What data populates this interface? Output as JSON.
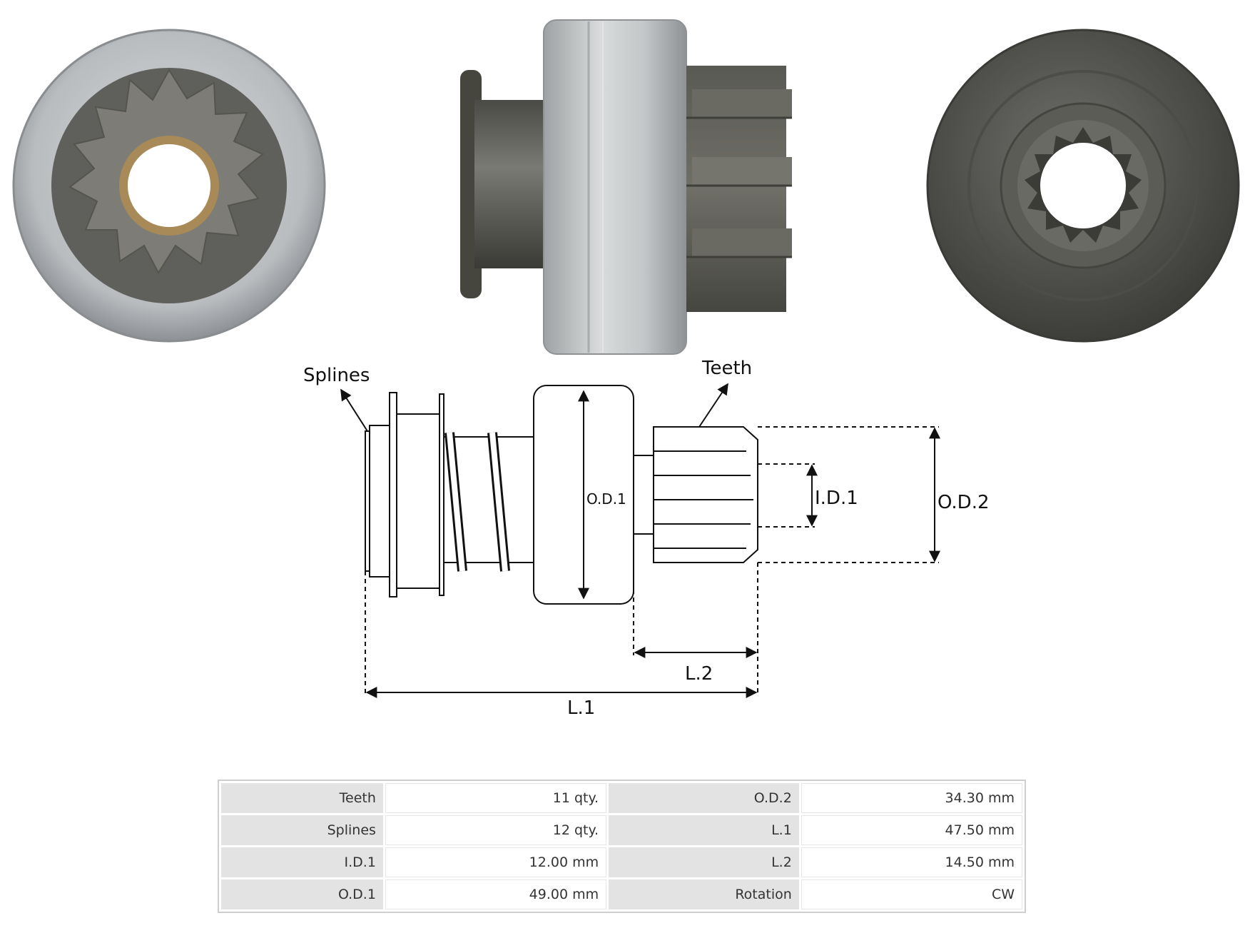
{
  "diagram": {
    "labels": {
      "splines": "Splines",
      "teeth": "Teeth",
      "od1": "O.D.1",
      "id1": "I.D.1",
      "od2": "O.D.2",
      "l2": "L.2",
      "l1": "L.1"
    }
  },
  "specs": {
    "rows": [
      {
        "label_a": "Teeth",
        "value_a": "11 qty.",
        "label_b": "O.D.2",
        "value_b": "34.30 mm"
      },
      {
        "label_a": "Splines",
        "value_a": "12 qty.",
        "label_b": "L.1",
        "value_b": "47.50 mm"
      },
      {
        "label_a": "I.D.1",
        "value_a": "12.00 mm",
        "label_b": "L.2",
        "value_b": "14.50 mm"
      },
      {
        "label_a": "O.D.1",
        "value_a": "49.00 mm",
        "label_b": "Rotation",
        "value_b": "CW"
      }
    ]
  }
}
